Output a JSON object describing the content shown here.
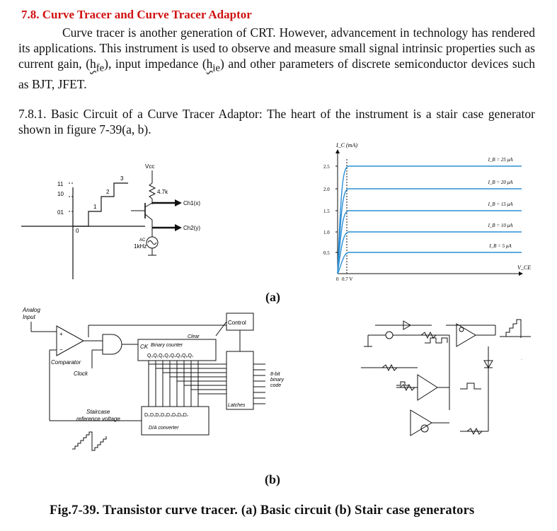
{
  "heading": "7.8. Curve Tracer and Curve Tracer Adaptor",
  "intro": {
    "sentence1": "Curve tracer is another generation of CRT.  However, advancement in technology has rendered its applications. This instrument is used to observe and measure small signal intrinsic properties such as current gain, (",
    "hfe_main": "h",
    "hfe_sub": "fe",
    "mid": "), input impedance (",
    "hie_main": "h",
    "hie_sub": "ie",
    "end": ") and other parameters of discrete semiconductor devices such as BJT, JFET."
  },
  "section": "7.8.1. Basic Circuit of a Curve Tracer Adaptor: The heart of the instrument is a stair case generator shown in figure 7-39(a, b).",
  "fig_a": {
    "steps": {
      "step_labels": [
        "0",
        "1",
        "2",
        "3"
      ],
      "level_labels": [
        "11",
        "10",
        "01"
      ]
    },
    "circuit": {
      "vcc": "Vcc",
      "resistor": "4.7k",
      "ch1": "Ch1(x)",
      "ch2": "Ch2(y)",
      "source_ac": "AC",
      "source_freq": "1kHz"
    },
    "graph": {
      "y_axis_title": "I_C (mA)",
      "x_axis_title": "V_CE",
      "y_ticks": [
        "2.5",
        "2.0",
        "1.5",
        "1.0",
        "0.5"
      ],
      "x_ticks": [
        "0",
        "0.7 V"
      ],
      "curve_labels": [
        "I_B = 25 μA",
        "I_B = 20 μA",
        "I_B = 15 μA",
        "I_B = 10 μA",
        "I_B = 5 μA"
      ],
      "accent": "#2b8fd6"
    }
  },
  "label_a": "(a)",
  "fig_b": {
    "analog_input": [
      "Analog",
      "Input"
    ],
    "control": "Control",
    "clear": "Clear",
    "ck": "CK",
    "counter": "Binary counter",
    "counter_bits": "Q₀Q₁Q₂Q₃Q₄Q₅Q₆Q₇",
    "comparator": "Comparator",
    "clock": "Clock",
    "latches": "Latches",
    "code": [
      "8-bit",
      "binary",
      "code"
    ],
    "dac_bits": "D₀D₁D₂D₃D₄D₅D₆D₇",
    "dac": "D/A converter",
    "staircase": [
      "Staircase",
      "reference voltage"
    ]
  },
  "label_b": "(b)",
  "caption": "Fig.7-39. Transistor curve tracer. (a) Basic circuit (b) Stair case generators"
}
